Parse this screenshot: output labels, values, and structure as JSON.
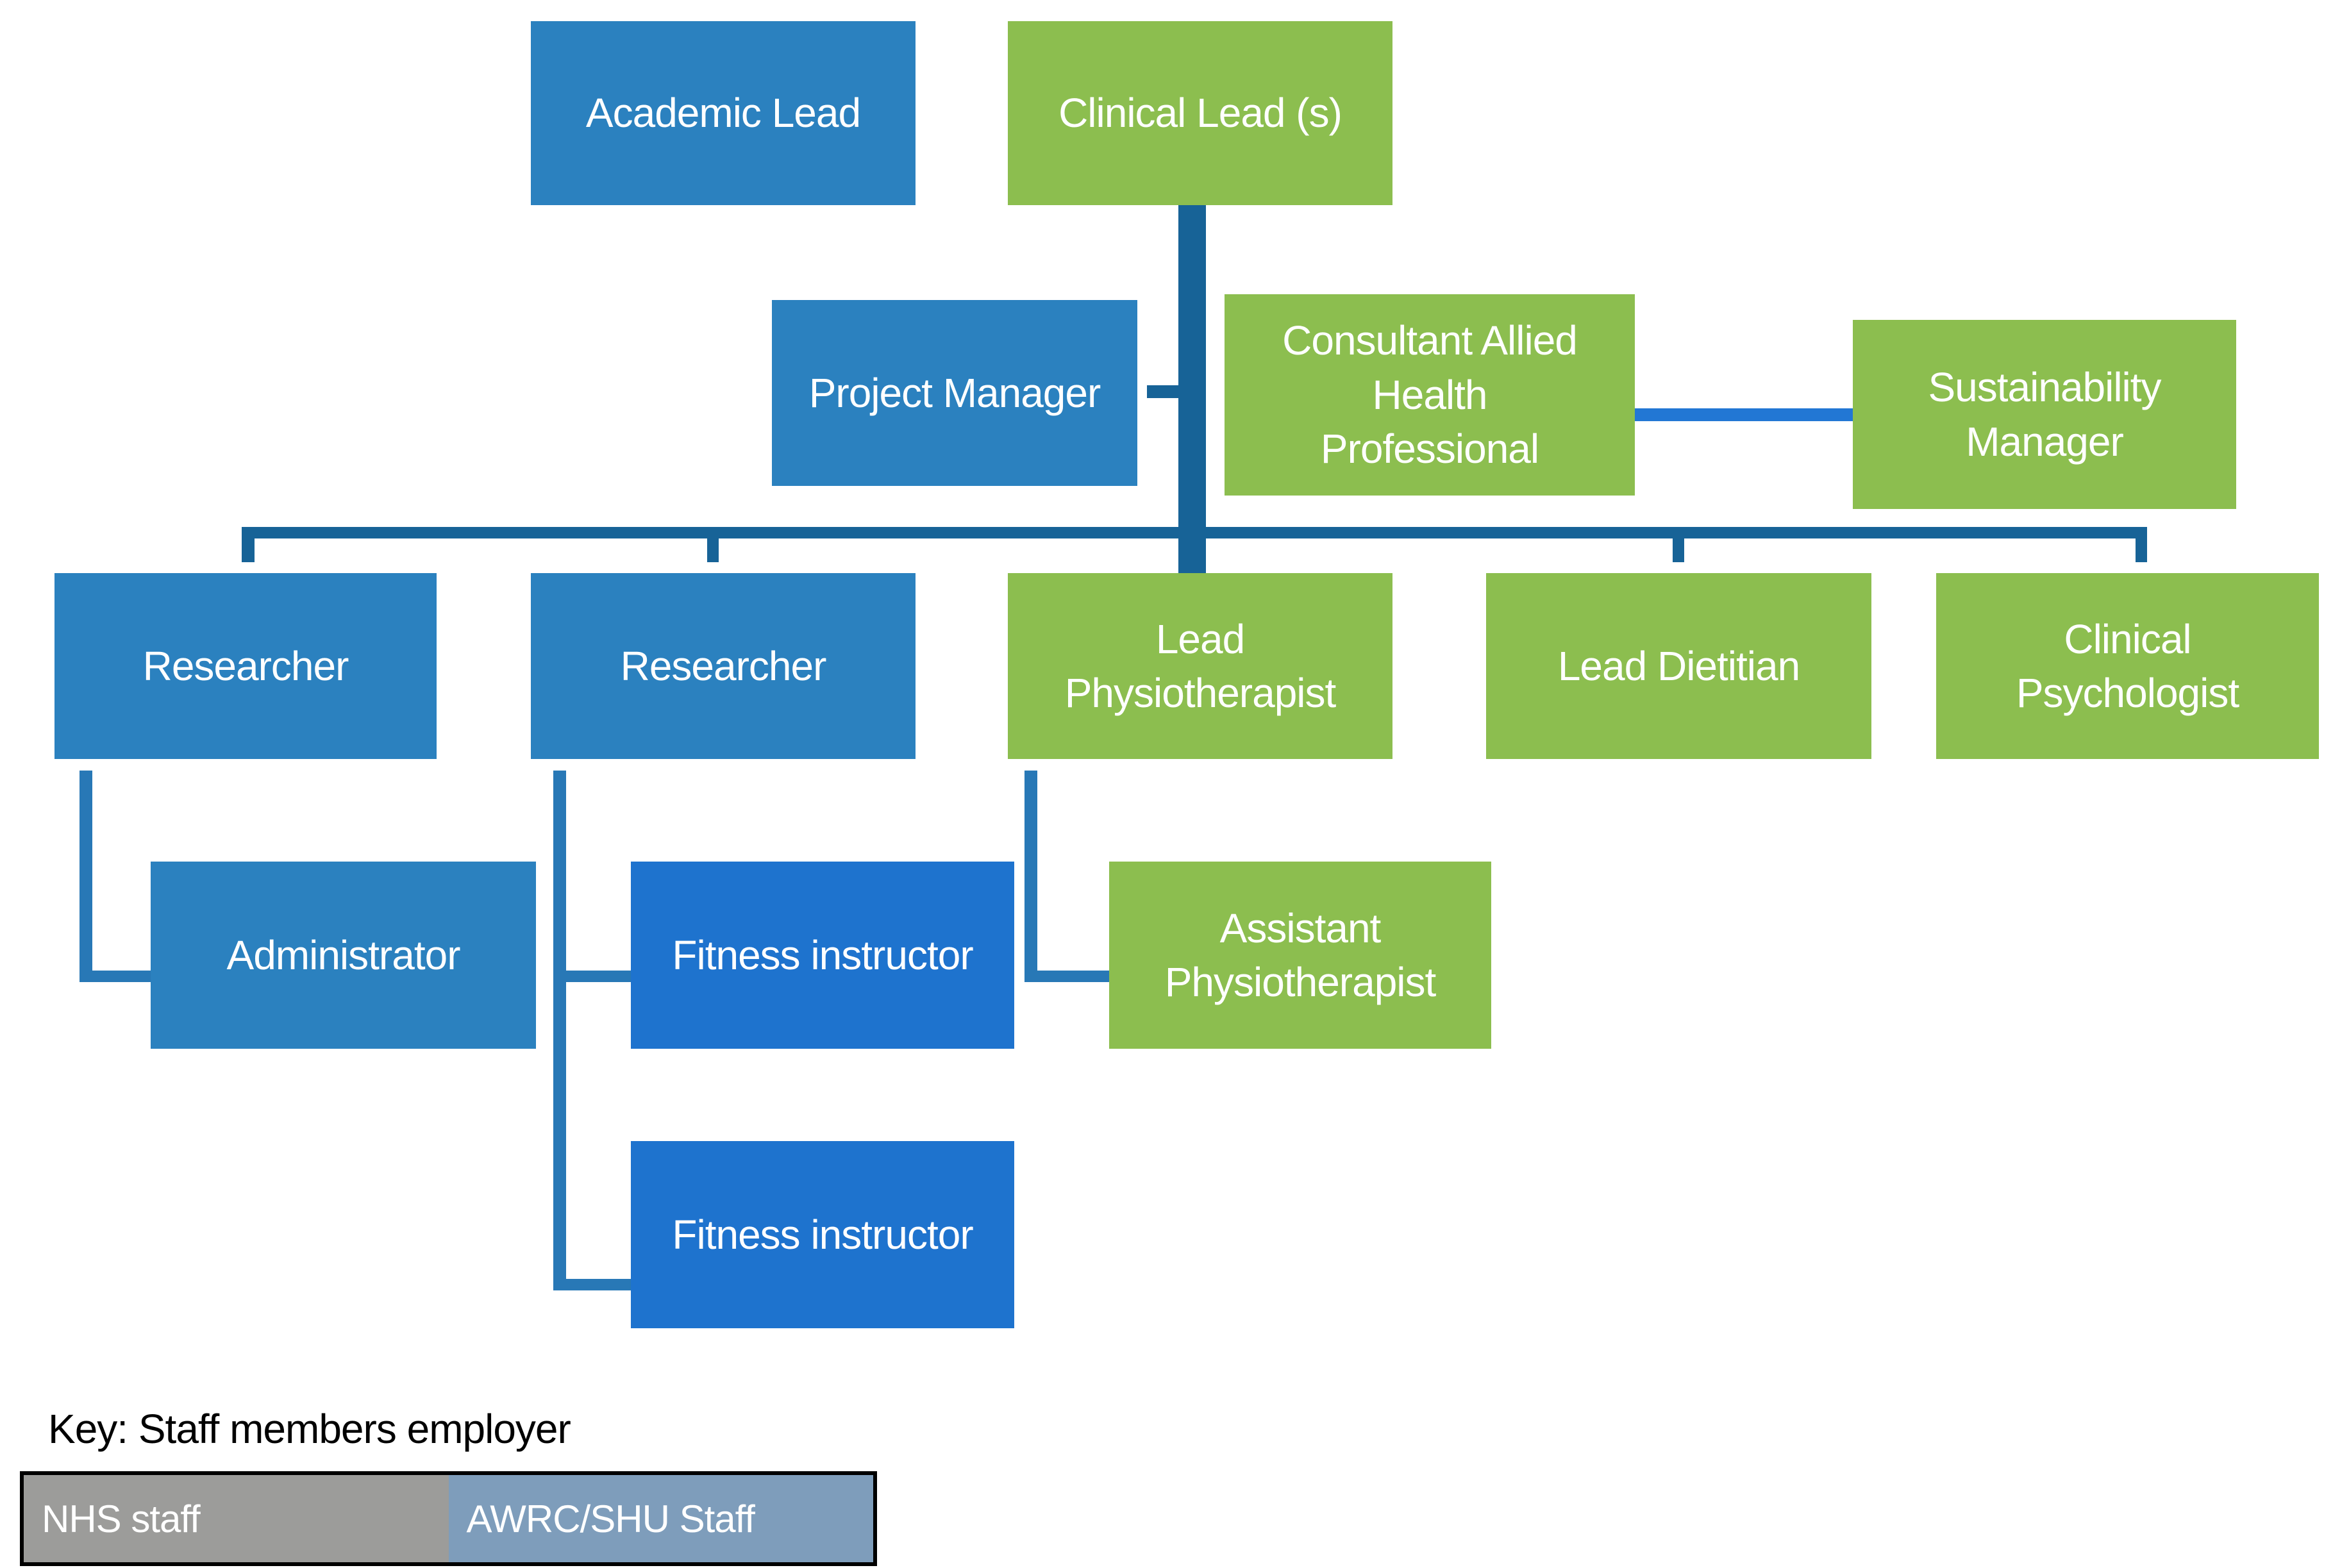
{
  "palette": {
    "box_blue": "#2B81BF",
    "box_blue_bright": "#1E73CE",
    "box_green": "#8CBE4F",
    "connector_dark": "#176397",
    "connector_mid": "#2878B6",
    "connector_bright": "#2277D4",
    "key_gray": "#9C9C9A",
    "key_steel": "#7E9DBB",
    "key_border": "#000000"
  },
  "nodes": {
    "academic_lead": {
      "label": "Academic Lead"
    },
    "clinical_lead": {
      "label": "Clinical Lead (s)"
    },
    "project_manager": {
      "label": "Project Manager"
    },
    "consultant_ahp": {
      "label": "Consultant Allied\nHealth\nProfessional"
    },
    "sustainability_manager": {
      "label": "Sustainability\nManager"
    },
    "researcher_1": {
      "label": "Researcher"
    },
    "researcher_2": {
      "label": "Researcher"
    },
    "lead_physiotherapist": {
      "label": "Lead\nPhysiotherapist"
    },
    "lead_dietitian": {
      "label": "Lead Dietitian"
    },
    "clinical_psychologist": {
      "label": "Clinical\nPsychologist"
    },
    "administrator": {
      "label": "Administrator"
    },
    "fitness_instructor_1": {
      "label": "Fitness instructor"
    },
    "assistant_physiotherapist": {
      "label": "Assistant\nPhysiotherapist"
    },
    "fitness_instructor_2": {
      "label": "Fitness instructor"
    }
  },
  "key": {
    "title": "Key: Staff members employer",
    "items": [
      {
        "label": "NHS staff",
        "color": "#9C9C9A"
      },
      {
        "label": "AWRC/SHU Staff",
        "color": "#7E9DBB"
      }
    ]
  }
}
